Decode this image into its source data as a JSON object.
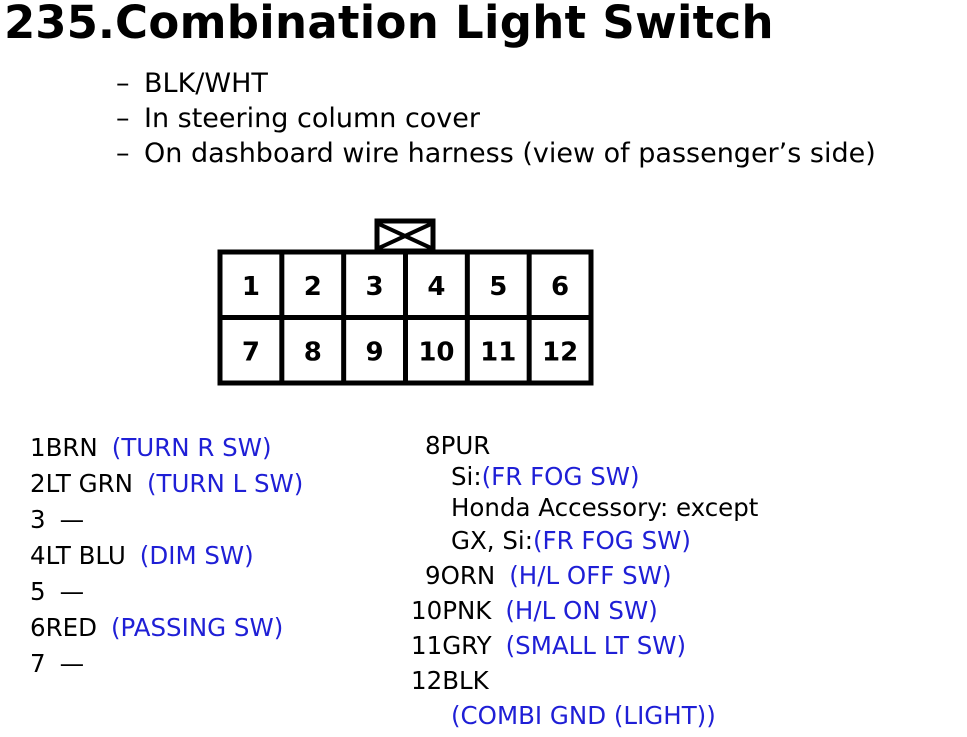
{
  "title": {
    "number": "235.",
    "text": "Combination Light Switch"
  },
  "notes": [
    "BLK/WHT",
    "In steering column cover",
    "On dashboard wire harness (view of passenger’s side)"
  ],
  "note_dash": "–",
  "connector": {
    "top_row": [
      "1",
      "2",
      "3",
      "4",
      "5",
      "6"
    ],
    "bottom_row": [
      "7",
      "8",
      "9",
      "10",
      "11",
      "12"
    ]
  },
  "pins_left": [
    {
      "pin": "1",
      "wire": "BRN",
      "function": "(TURN R SW)"
    },
    {
      "pin": "2",
      "wire": "LT GRN",
      "function": "(TURN L SW)"
    },
    {
      "pin": "3",
      "wire": "",
      "function": "—"
    },
    {
      "pin": "4",
      "wire": "LT BLU",
      "function": "(DIM SW)"
    },
    {
      "pin": "5",
      "wire": "",
      "function": "—"
    },
    {
      "pin": "6",
      "wire": "RED",
      "function": "(PASSING SW)"
    },
    {
      "pin": "7",
      "wire": "",
      "function": "—"
    }
  ],
  "pins_right": {
    "pin8": {
      "pin": "8",
      "wire": "PUR",
      "si_label": "Si:",
      "si_function": "(FR FOG SW)",
      "accessory_label": "Honda Accessory: except",
      "accessory_label2": "GX, Si:",
      "accessory_function": "(FR FOG SW)"
    },
    "pin9": {
      "pin": "9",
      "wire": "ORN",
      "function": "(H/L OFF SW)"
    },
    "pin10": {
      "pin": "10",
      "wire": "PNK",
      "function": "(H/L ON SW)"
    },
    "pin11": {
      "pin": "11",
      "wire": "GRY",
      "function": "(SMALL LT SW)"
    },
    "pin12": {
      "pin": "12",
      "wire": "BLK",
      "function": "(COMBI GND (LIGHT))"
    }
  },
  "colors": {
    "function_text": "#1f1fd6",
    "line": "#000000"
  }
}
